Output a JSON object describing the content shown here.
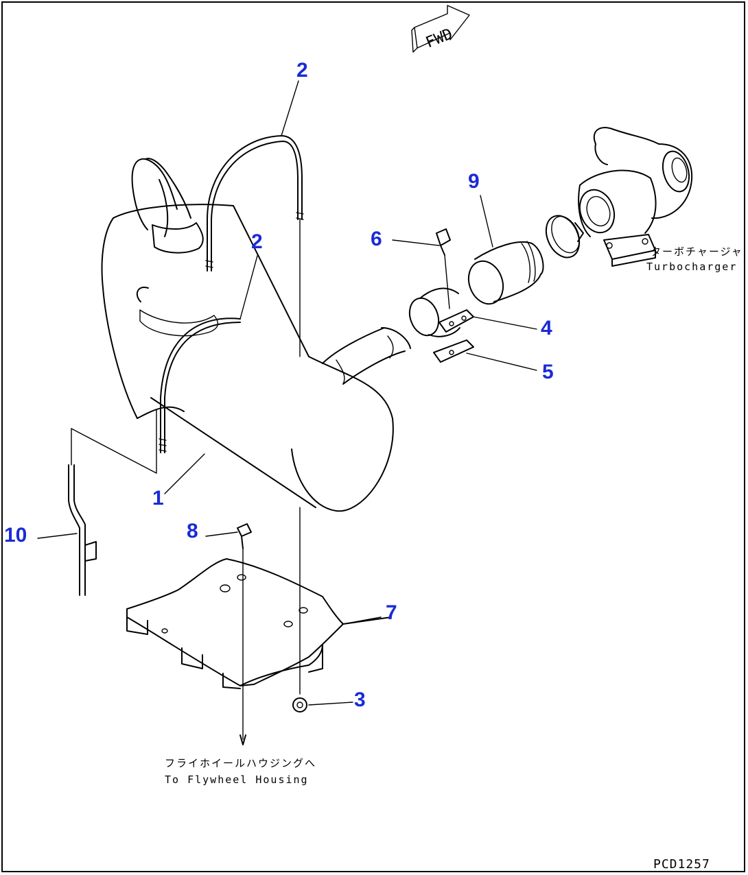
{
  "diagram": {
    "forward_marker": "FWD",
    "drawing_code": "PCD1257",
    "callouts": {
      "muffler": "1",
      "u_bolt_top": "2",
      "u_bolt_middle": "2",
      "nut": "3",
      "clamp": "4",
      "plate": "5",
      "bolt_clamp": "6",
      "bracket": "7",
      "bolt_bracket": "8",
      "tube": "9",
      "pipe": "10"
    },
    "notes": {
      "turbocharger_jp": "ターボチャージャ",
      "turbocharger_en": "Turbocharger",
      "flywheel_jp": "フライホイールハウジングへ",
      "flywheel_en": "To Flywheel Housing"
    }
  }
}
